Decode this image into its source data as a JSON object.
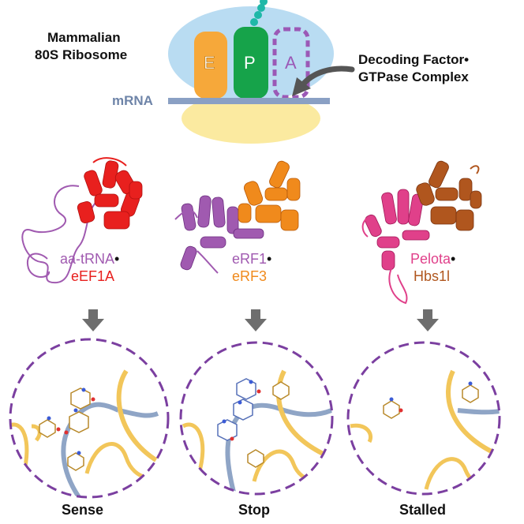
{
  "ribosome": {
    "title_line1": "Mammalian",
    "title_line2": "80S Ribosome",
    "site_e": "E",
    "site_p": "P",
    "site_a": "A",
    "mrna_label": "mRNA",
    "factor_line1": "Decoding Factor•",
    "factor_line2": "GTPase Complex"
  },
  "complexes": [
    {
      "line1": "aa-tRNA",
      "dot": "•",
      "line2": "eEF1A",
      "color1": "#a05ab0",
      "color2": "#e8201e",
      "state": "Sense"
    },
    {
      "line1": "eRF1",
      "dot": "•",
      "line2": "eRF3",
      "color1": "#a05ab0",
      "color2": "#f08a1c",
      "state": "Stop"
    },
    {
      "line1": "Pelota",
      "dot": "•",
      "line2": "Hbs1l",
      "color1": "#e0408a",
      "color2": "#b0561e",
      "state": "Stalled"
    }
  ],
  "colors": {
    "large_subunit": "#b9dcf2",
    "small_subunit": "#fbeaa0",
    "e_site": "#f6a83a",
    "p_site": "#16a34a",
    "a_site_border": "#9b59b6",
    "mrna": "#8aa0c4",
    "arrow": "#6e6e6e",
    "circle_border": "#7b3fa0",
    "peptide": "#1fb8a8",
    "rna_backbone": "#f2c65a",
    "mrna_stick": "#8fa5c6"
  }
}
